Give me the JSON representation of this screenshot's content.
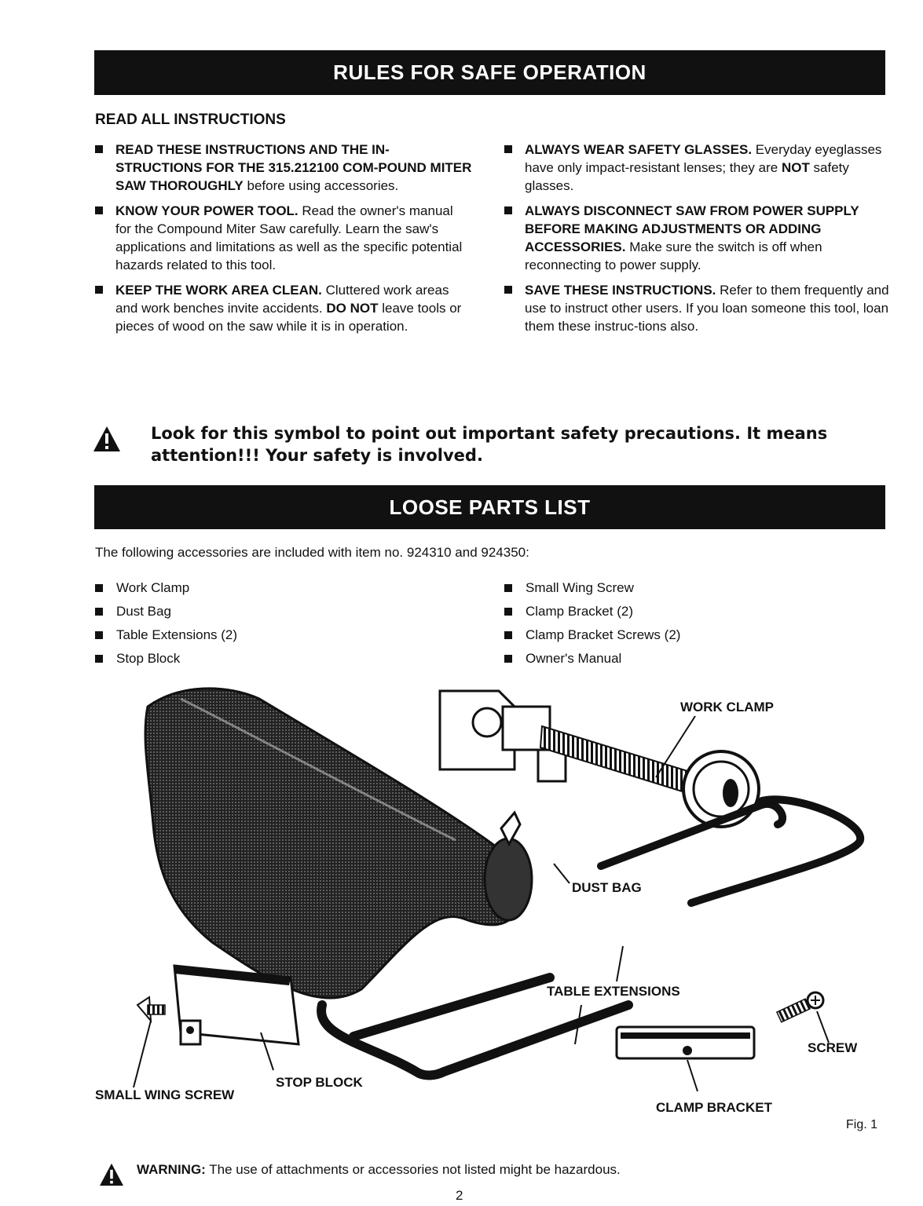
{
  "header1": "RULES FOR SAFE OPERATION",
  "subheading": "READ ALL INSTRUCTIONS",
  "rules_left": [
    {
      "bold": "READ THESE INSTRUCTIONS AND THE IN-STRUCTIONS FOR THE 315.212100 COM-POUND MITER SAW THOROUGHLY",
      "text": " before using accessories."
    },
    {
      "bold": "KNOW YOUR POWER TOOL.",
      "text": " Read the owner's manual for the Compound Miter Saw carefully. Learn the saw's applications and limitations as well as the specific potential hazards related to this tool."
    },
    {
      "bold": "KEEP THE WORK AREA CLEAN.",
      "text": " Cluttered work areas and work benches invite accidents. ",
      "bold2": "DO NOT",
      "text2": " leave tools or pieces of wood on the saw while it is in operation."
    }
  ],
  "rules_right": [
    {
      "bold": "ALWAYS WEAR SAFETY GLASSES.",
      "text": " Everyday eyeglasses have only impact-resistant lenses; they are ",
      "bold2": "NOT",
      "text2": " safety glasses."
    },
    {
      "bold": "ALWAYS DISCONNECT SAW FROM POWER SUPPLY BEFORE MAKING ADJUSTMENTS OR ADDING ACCESSORIES.",
      "text": " Make sure the switch is off when reconnecting to power supply."
    },
    {
      "bold": "SAVE THESE INSTRUCTIONS.",
      "text": " Refer to them frequently and use to instruct other users. If you loan someone this tool, loan them these instruc-tions also."
    }
  ],
  "attention": "Look for this symbol to point out important safety precautions. It means attention!!! Your safety is involved.",
  "header2": "LOOSE PARTS LIST",
  "parts_intro": "The following accessories are included with item no. 924310 and 924350:",
  "parts_left": [
    "Work Clamp",
    "Dust Bag",
    "Table Extensions (2)",
    "Stop Block"
  ],
  "parts_right": [
    "Small Wing Screw",
    "Clamp Bracket (2)",
    "Clamp Bracket Screws (2)",
    "Owner's Manual"
  ],
  "figure_labels": {
    "work_clamp": "WORK CLAMP",
    "dust_bag": "DUST BAG",
    "table_extensions": "TABLE EXTENSIONS",
    "screw": "SCREW",
    "stop_block": "STOP BLOCK",
    "small_wing_screw": "SMALL WING SCREW",
    "clamp_bracket": "CLAMP BRACKET"
  },
  "figure_caption": "Fig. 1",
  "warning": {
    "label": "WARNING:",
    "text": " The use of attachments or accessories not listed might be hazardous."
  },
  "page_number": "2",
  "icons": {
    "attention": "warning-triangle-icon",
    "bullet": "square-bullet-icon"
  }
}
